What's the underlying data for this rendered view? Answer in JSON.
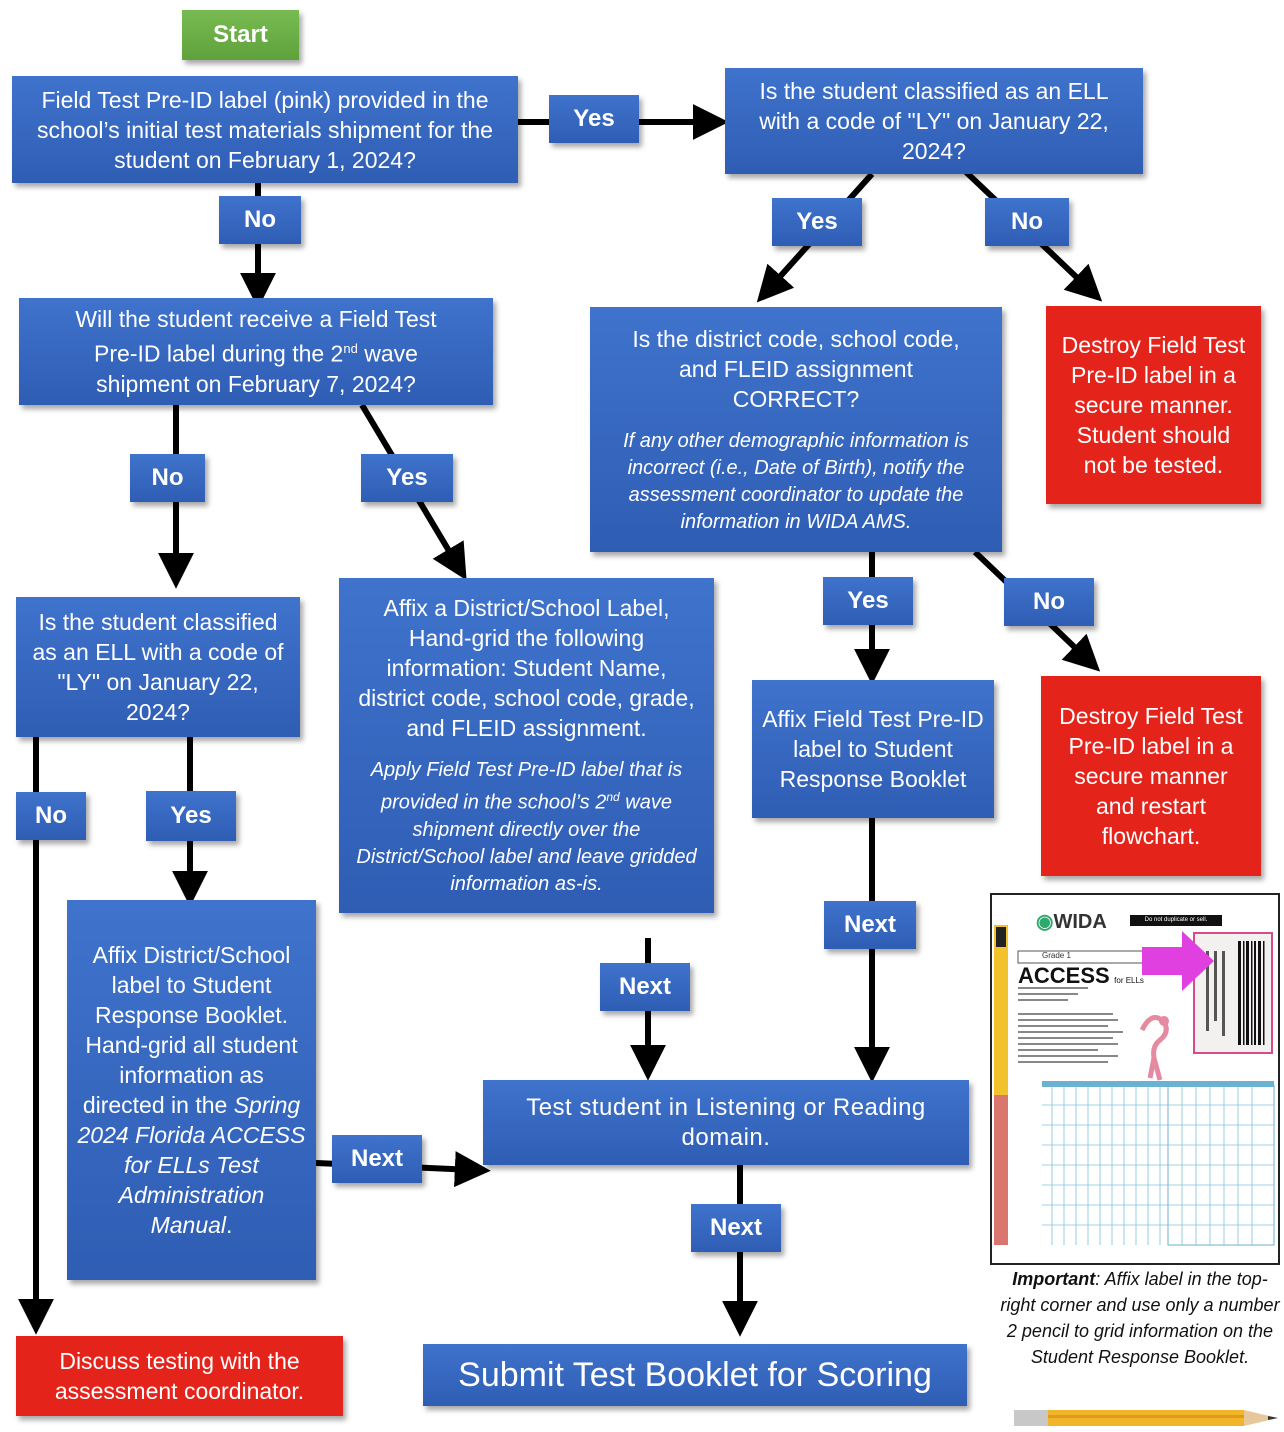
{
  "start": "Start",
  "q_preid": "Field Test Pre-ID label (pink) provided in the school’s initial test materials shipment for the student on February 1, 2024?",
  "q_ell_top": "Is the student classified as an ELL with a code of \"LY\" on January 22, 2024?",
  "q_second_wave": {
    "line1": "Will the student receive a Field Test",
    "line2a": "Pre-ID label during the 2",
    "line2sup": "nd",
    "line2b": " wave",
    "line3": "shipment on February 7, 2024?"
  },
  "q_codes": {
    "main": "Is the district code, school code, and FLEID assignment CORRECT?",
    "note": "If any other demographic information is incorrect (i.e., Date of Birth), notify the assessment coordinator to update the information in WIDA AMS."
  },
  "destroy_no_test": "Destroy Field Test Pre-ID label in a secure manner. Student should not be tested.",
  "q_ell_left": "Is the student classified as an ELL with a code of \"LY\" on January 22, 2024?",
  "affix_district": {
    "main": "Affix a District/School Label, Hand-grid the following information: Student Name, district code, school code, grade, and FLEID assignment.",
    "note_a": "Apply Field Test Pre-ID label that is provided in the school’s 2",
    "note_sup": "nd",
    "note_b": " wave shipment directly over the District/School label and leave gridded information as-is."
  },
  "affix_preid": "Affix Field Test Pre-ID label to Student Response Booklet",
  "destroy_restart": "Destroy Field Test Pre-ID label in a secure manner and restart flowchart.",
  "affix_handgrid": {
    "main": "Affix District/School label to Student Response Booklet. Hand-grid all student information as directed in the",
    "manual": "Spring 2024 Florida ACCESS for ELLs Test Administration Manual",
    "end": "."
  },
  "test_student": "Test student in Listening or Reading domain.",
  "discuss": "Discuss testing with the assessment coordinator.",
  "submit": "Submit Test Booklet for Scoring",
  "labels": {
    "yes": "Yes",
    "no": "No",
    "next": "Next"
  },
  "booklet": {
    "logo": "WIDA",
    "banner": "Do not duplicate or sell.",
    "grade": "Grade 1",
    "title": "ACCESS",
    "subtitle": "for ELLs"
  },
  "caption": {
    "bold": "Important",
    "text": ": Affix label in the top-right corner and use only a number 2 pencil to grid information on the Student Response Booklet."
  },
  "colors": {
    "blue": "#3366c0",
    "red": "#e4231b",
    "green": "#6aaf45",
    "arrow": "#000000",
    "pink_arrow": "#e040e0"
  }
}
